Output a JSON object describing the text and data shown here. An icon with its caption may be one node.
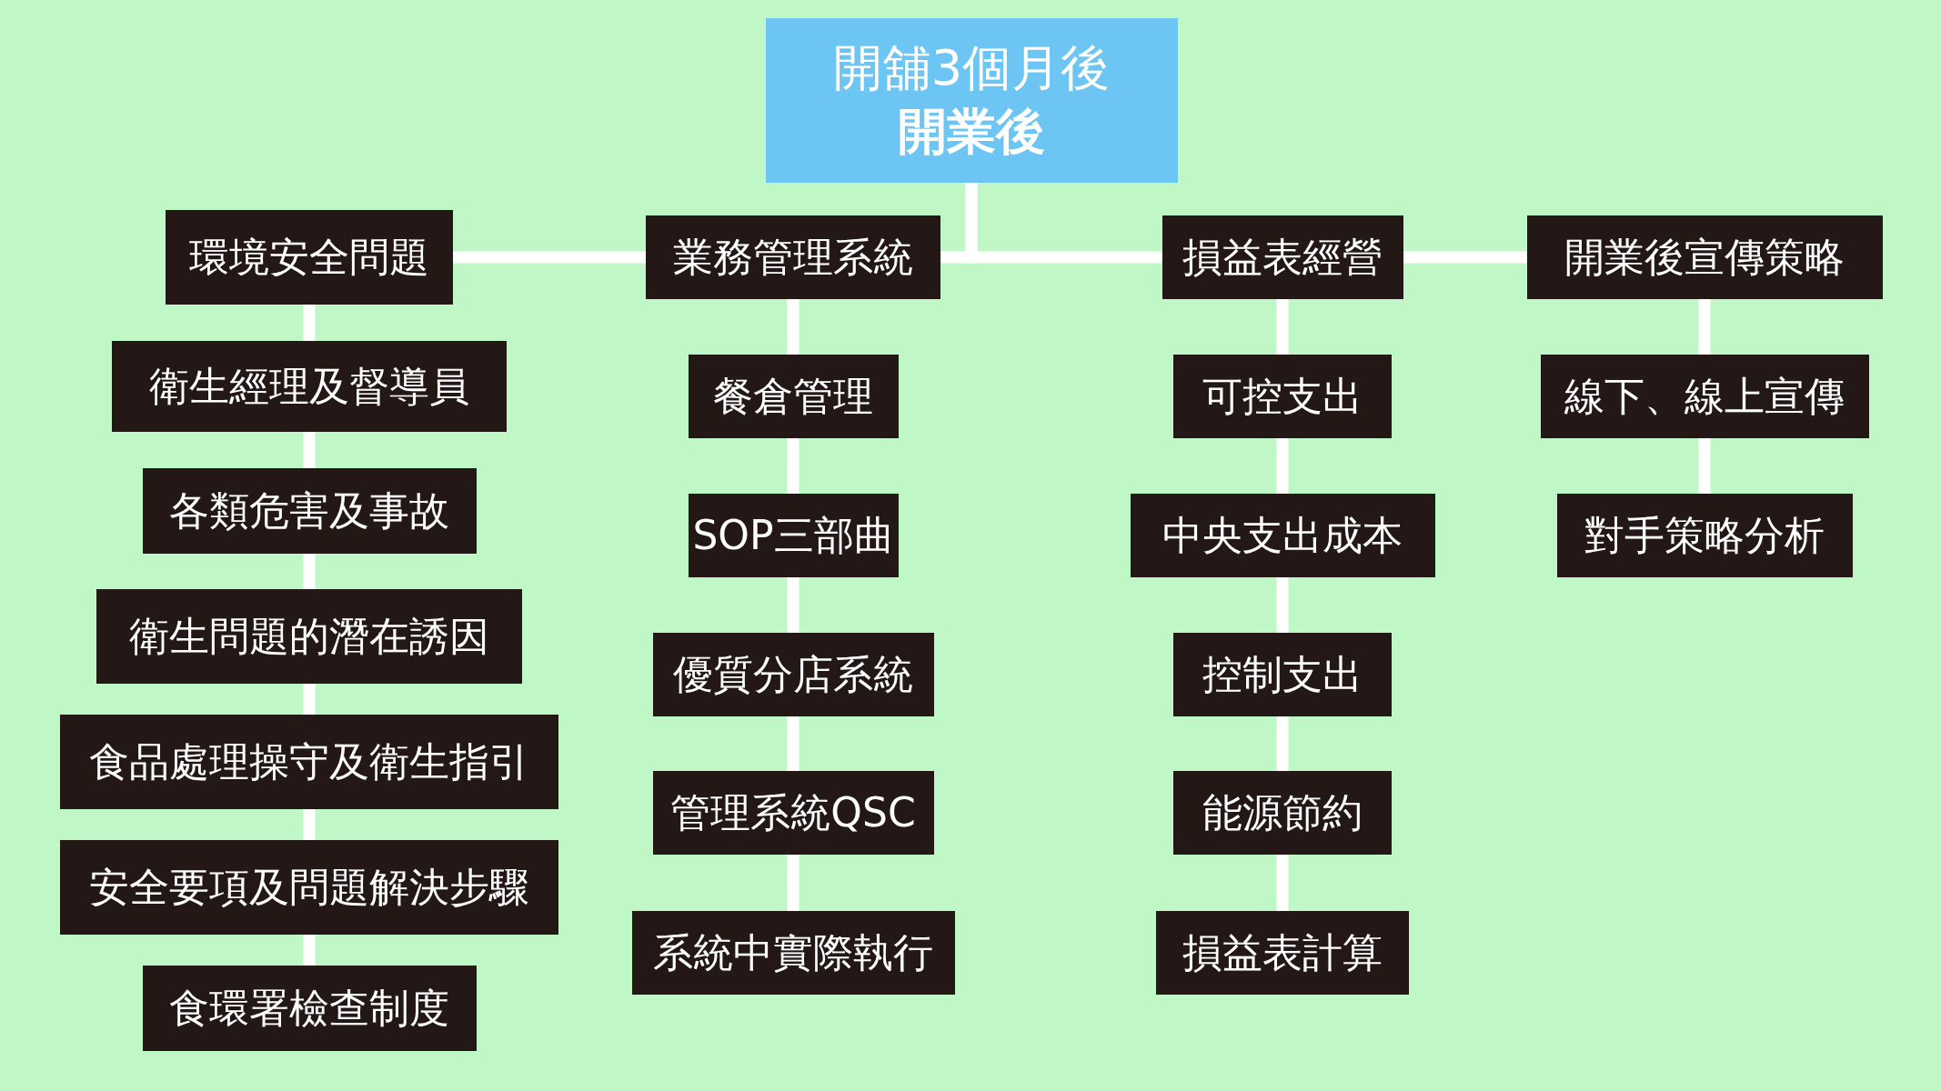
{
  "diagram": {
    "nodes": [
      {
        "text": [
          "開舖3個月後",
          "開業後"
        ]
      },
      {
        "text": [
          "環境安全問題"
        ]
      },
      {
        "text": [
          "衛生經理及督導員"
        ]
      },
      {
        "text": [
          "各類危害及事故"
        ]
      },
      {
        "text": [
          "衛生問題的潛在誘因"
        ]
      },
      {
        "text": [
          "食品處理操守及衛生指引"
        ]
      },
      {
        "text": [
          "安全要項及問題解決步驟"
        ]
      },
      {
        "text": [
          "食環署檢查制度"
        ]
      },
      {
        "text": [
          "業務管理系統"
        ]
      },
      {
        "text": [
          "餐倉管理"
        ]
      },
      {
        "text": [
          "SOP三部曲"
        ]
      },
      {
        "text": [
          "優質分店系統"
        ]
      },
      {
        "text": [
          "管理系統QSC"
        ]
      },
      {
        "text": [
          "系統中實際執行"
        ]
      },
      {
        "text": [
          "損益表經營"
        ]
      },
      {
        "text": [
          "可控支出"
        ]
      },
      {
        "text": [
          "中央支出成本"
        ]
      },
      {
        "text": [
          "控制支出"
        ]
      },
      {
        "text": [
          "能源節約"
        ]
      },
      {
        "text": [
          "損益表計算"
        ]
      },
      {
        "text": [
          "開業後宣傳策略"
        ]
      },
      {
        "text": [
          "線下、線上宣傳"
        ]
      },
      {
        "text": [
          "對手策略分析"
        ]
      }
    ],
    "edges": [
      {
        "from": 0,
        "to": 8,
        "arrow": "none"
      },
      {
        "from": 8,
        "to": 1,
        "arrow": "none"
      },
      {
        "from": 0,
        "to": 14,
        "arrow": "none"
      },
      {
        "from": 14,
        "to": 20,
        "arrow": "none"
      },
      {
        "from": 1,
        "to": 2,
        "arrow": "none"
      },
      {
        "from": 2,
        "to": 3,
        "arrow": "none"
      },
      {
        "from": 3,
        "to": 4,
        "arrow": "none"
      },
      {
        "from": 4,
        "to": 5,
        "arrow": "none"
      },
      {
        "from": 5,
        "to": 6,
        "arrow": "none"
      },
      {
        "from": 6,
        "to": 7,
        "arrow": "none"
      },
      {
        "from": 8,
        "to": 9,
        "arrow": "none"
      },
      {
        "from": 9,
        "to": 10,
        "arrow": "none"
      },
      {
        "from": 10,
        "to": 11,
        "arrow": "none"
      },
      {
        "from": 11,
        "to": 12,
        "arrow": "none"
      },
      {
        "from": 12,
        "to": 13,
        "arrow": "none"
      },
      {
        "from": 14,
        "to": 15,
        "arrow": "none"
      },
      {
        "from": 15,
        "to": 16,
        "arrow": "none"
      },
      {
        "from": 16,
        "to": 17,
        "arrow": "none"
      },
      {
        "from": 17,
        "to": 18,
        "arrow": "none"
      },
      {
        "from": 18,
        "to": 19,
        "arrow": "none"
      },
      {
        "from": 20,
        "to": 21,
        "arrow": "none"
      },
      {
        "from": 21,
        "to": 22,
        "arrow": "none"
      }
    ]
  }
}
